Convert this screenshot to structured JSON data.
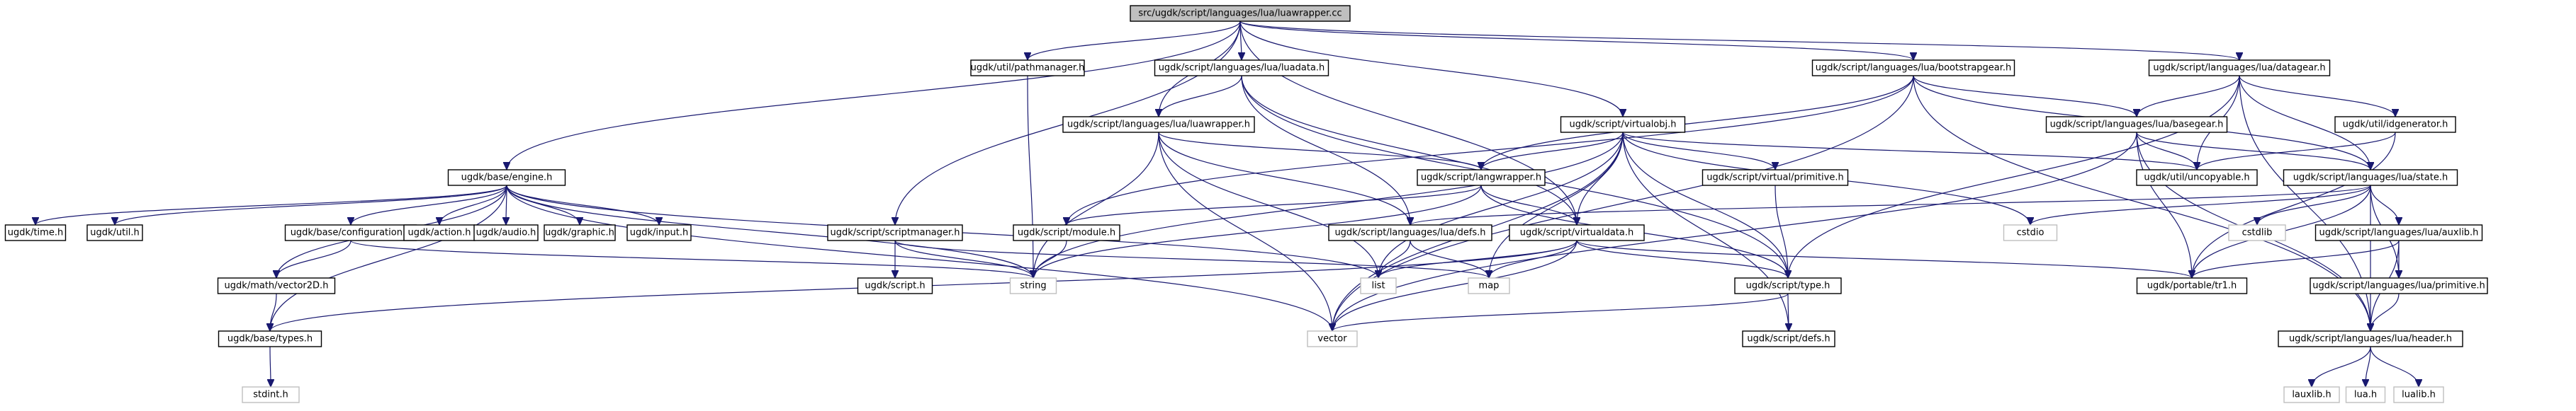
{
  "diagram": {
    "title": "",
    "nodes": [
      {
        "id": "root",
        "label": "src/ugdk/script/languages/lua/luawrapper.cc",
        "kind": "root"
      },
      {
        "id": "pathmanager",
        "label": "ugdk/util/pathmanager.h",
        "kind": "file"
      },
      {
        "id": "luadata",
        "label": "ugdk/script/languages/lua/luadata.h",
        "kind": "file"
      },
      {
        "id": "bootstrapgear",
        "label": "ugdk/script/languages/lua/bootstrapgear.h",
        "kind": "file"
      },
      {
        "id": "datagear",
        "label": "ugdk/script/languages/lua/datagear.h",
        "kind": "file"
      },
      {
        "id": "luawrapper_h",
        "label": "ugdk/script/languages/lua/luawrapper.h",
        "kind": "file"
      },
      {
        "id": "virtualobj",
        "label": "ugdk/script/virtualobj.h",
        "kind": "file"
      },
      {
        "id": "basegear",
        "label": "ugdk/script/languages/lua/basegear.h",
        "kind": "file"
      },
      {
        "id": "idgenerator",
        "label": "ugdk/util/idgenerator.h",
        "kind": "file"
      },
      {
        "id": "engine",
        "label": "ugdk/base/engine.h",
        "kind": "file"
      },
      {
        "id": "langwrapper",
        "label": "ugdk/script/langwrapper.h",
        "kind": "file"
      },
      {
        "id": "virtualprimitive",
        "label": "ugdk/script/virtual/primitive.h",
        "kind": "file"
      },
      {
        "id": "uncopyable",
        "label": "ugdk/util/uncopyable.h",
        "kind": "file"
      },
      {
        "id": "state",
        "label": "ugdk/script/languages/lua/state.h",
        "kind": "file"
      },
      {
        "id": "time",
        "label": "ugdk/time.h",
        "kind": "file"
      },
      {
        "id": "util",
        "label": "ugdk/util.h",
        "kind": "file"
      },
      {
        "id": "configuration",
        "label": "ugdk/base/configuration.h",
        "kind": "file"
      },
      {
        "id": "action",
        "label": "ugdk/action.h",
        "kind": "file"
      },
      {
        "id": "audio",
        "label": "ugdk/audio.h",
        "kind": "file"
      },
      {
        "id": "graphic",
        "label": "ugdk/graphic.h",
        "kind": "file"
      },
      {
        "id": "input",
        "label": "ugdk/input.h",
        "kind": "file"
      },
      {
        "id": "scriptmanager",
        "label": "ugdk/script/scriptmanager.h",
        "kind": "file"
      },
      {
        "id": "module",
        "label": "ugdk/script/module.h",
        "kind": "file"
      },
      {
        "id": "defs_lua",
        "label": "ugdk/script/languages/lua/defs.h",
        "kind": "file"
      },
      {
        "id": "virtualdata",
        "label": "ugdk/script/virtualdata.h",
        "kind": "file"
      },
      {
        "id": "cstdio",
        "label": "cstdio",
        "kind": "external"
      },
      {
        "id": "cstdlib",
        "label": "cstdlib",
        "kind": "external"
      },
      {
        "id": "auxlib",
        "label": "ugdk/script/languages/lua/auxlib.h",
        "kind": "file"
      },
      {
        "id": "string",
        "label": "string",
        "kind": "external"
      },
      {
        "id": "list",
        "label": "list",
        "kind": "external"
      },
      {
        "id": "map",
        "label": "map",
        "kind": "external"
      },
      {
        "id": "script",
        "label": "ugdk/script.h",
        "kind": "file"
      },
      {
        "id": "vector2d",
        "label": "ugdk/math/vector2D.h",
        "kind": "file"
      },
      {
        "id": "type",
        "label": "ugdk/script/type.h",
        "kind": "file"
      },
      {
        "id": "tr1",
        "label": "ugdk/portable/tr1.h",
        "kind": "file"
      },
      {
        "id": "luaprimitive",
        "label": "ugdk/script/languages/lua/primitive.h",
        "kind": "file"
      },
      {
        "id": "basetypes",
        "label": "ugdk/base/types.h",
        "kind": "file"
      },
      {
        "id": "vector",
        "label": "vector",
        "kind": "external"
      },
      {
        "id": "scriptdefs",
        "label": "ugdk/script/defs.h",
        "kind": "file"
      },
      {
        "id": "header",
        "label": "ugdk/script/languages/lua/header.h",
        "kind": "file"
      },
      {
        "id": "stdint",
        "label": "stdint.h",
        "kind": "external"
      },
      {
        "id": "lauxlib",
        "label": "lauxlib.h",
        "kind": "external"
      },
      {
        "id": "lua",
        "label": "lua.h",
        "kind": "external"
      },
      {
        "id": "lualib",
        "label": "lualib.h",
        "kind": "external"
      }
    ],
    "edges": [
      [
        "root",
        "pathmanager"
      ],
      [
        "root",
        "luadata"
      ],
      [
        "root",
        "bootstrapgear"
      ],
      [
        "root",
        "datagear"
      ],
      [
        "root",
        "luawrapper_h"
      ],
      [
        "root",
        "virtualobj"
      ],
      [
        "root",
        "engine"
      ],
      [
        "root",
        "scriptmanager"
      ],
      [
        "root",
        "virtualdata"
      ],
      [
        "pathmanager",
        "string"
      ],
      [
        "luadata",
        "luawrapper_h"
      ],
      [
        "luadata",
        "defs_lua"
      ],
      [
        "luadata",
        "virtualdata"
      ],
      [
        "luadata",
        "type"
      ],
      [
        "bootstrapgear",
        "langwrapper"
      ],
      [
        "bootstrapgear",
        "basegear"
      ],
      [
        "bootstrapgear",
        "state"
      ],
      [
        "bootstrapgear",
        "header"
      ],
      [
        "bootstrapgear",
        "vector"
      ],
      [
        "bootstrapgear",
        "module"
      ],
      [
        "datagear",
        "basegear"
      ],
      [
        "datagear",
        "uncopyable"
      ],
      [
        "datagear",
        "idgenerator"
      ],
      [
        "datagear",
        "state"
      ],
      [
        "datagear",
        "type"
      ],
      [
        "datagear",
        "header"
      ],
      [
        "luawrapper_h",
        "langwrapper"
      ],
      [
        "luawrapper_h",
        "string"
      ],
      [
        "luawrapper_h",
        "list"
      ],
      [
        "luawrapper_h",
        "defs_lua"
      ],
      [
        "luawrapper_h",
        "vector"
      ],
      [
        "virtualobj",
        "langwrapper"
      ],
      [
        "virtualobj",
        "virtualprimitive"
      ],
      [
        "virtualobj",
        "virtualdata"
      ],
      [
        "virtualobj",
        "type"
      ],
      [
        "virtualobj",
        "uncopyable"
      ],
      [
        "virtualobj",
        "list"
      ],
      [
        "virtualobj",
        "map"
      ],
      [
        "virtualobj",
        "vector"
      ],
      [
        "virtualobj",
        "scriptdefs"
      ],
      [
        "virtualobj",
        "cstdio"
      ],
      [
        "virtualobj",
        "string"
      ],
      [
        "basegear",
        "uncopyable"
      ],
      [
        "basegear",
        "state"
      ],
      [
        "basegear",
        "tr1"
      ],
      [
        "basegear",
        "header"
      ],
      [
        "basegear",
        "vector"
      ],
      [
        "idgenerator",
        "uncopyable"
      ],
      [
        "idgenerator",
        "tr1"
      ],
      [
        "engine",
        "time"
      ],
      [
        "engine",
        "util"
      ],
      [
        "engine",
        "configuration"
      ],
      [
        "engine",
        "action"
      ],
      [
        "engine",
        "audio"
      ],
      [
        "engine",
        "graphic"
      ],
      [
        "engine",
        "input"
      ],
      [
        "engine",
        "string"
      ],
      [
        "engine",
        "list"
      ],
      [
        "engine",
        "vector2d"
      ],
      [
        "engine",
        "basetypes"
      ],
      [
        "engine",
        "vector"
      ],
      [
        "langwrapper",
        "virtualdata"
      ],
      [
        "langwrapper",
        "module"
      ],
      [
        "langwrapper",
        "string"
      ],
      [
        "langwrapper",
        "type"
      ],
      [
        "virtualprimitive",
        "type"
      ],
      [
        "state",
        "cstdio"
      ],
      [
        "state",
        "cstdlib"
      ],
      [
        "state",
        "auxlib"
      ],
      [
        "state",
        "tr1"
      ],
      [
        "state",
        "defs_lua"
      ],
      [
        "state",
        "header"
      ],
      [
        "state",
        "luaprimitive"
      ],
      [
        "configuration",
        "string"
      ],
      [
        "configuration",
        "vector2d"
      ],
      [
        "scriptmanager",
        "string"
      ],
      [
        "scriptmanager",
        "map"
      ],
      [
        "scriptmanager",
        "script"
      ],
      [
        "module",
        "string"
      ],
      [
        "defs_lua",
        "list"
      ],
      [
        "defs_lua",
        "map"
      ],
      [
        "virtualdata",
        "type"
      ],
      [
        "virtualdata",
        "list"
      ],
      [
        "virtualdata",
        "map"
      ],
      [
        "virtualdata",
        "vector"
      ],
      [
        "virtualdata",
        "tr1"
      ],
      [
        "virtualdata",
        "basetypes"
      ],
      [
        "auxlib",
        "tr1"
      ],
      [
        "auxlib",
        "luaprimitive"
      ],
      [
        "auxlib",
        "header"
      ],
      [
        "vector2d",
        "basetypes"
      ],
      [
        "type",
        "vector"
      ],
      [
        "type",
        "scriptdefs"
      ],
      [
        "luaprimitive",
        "header"
      ],
      [
        "basetypes",
        "stdint"
      ],
      [
        "header",
        "lauxlib"
      ],
      [
        "header",
        "lua"
      ],
      [
        "header",
        "lualib"
      ]
    ]
  }
}
